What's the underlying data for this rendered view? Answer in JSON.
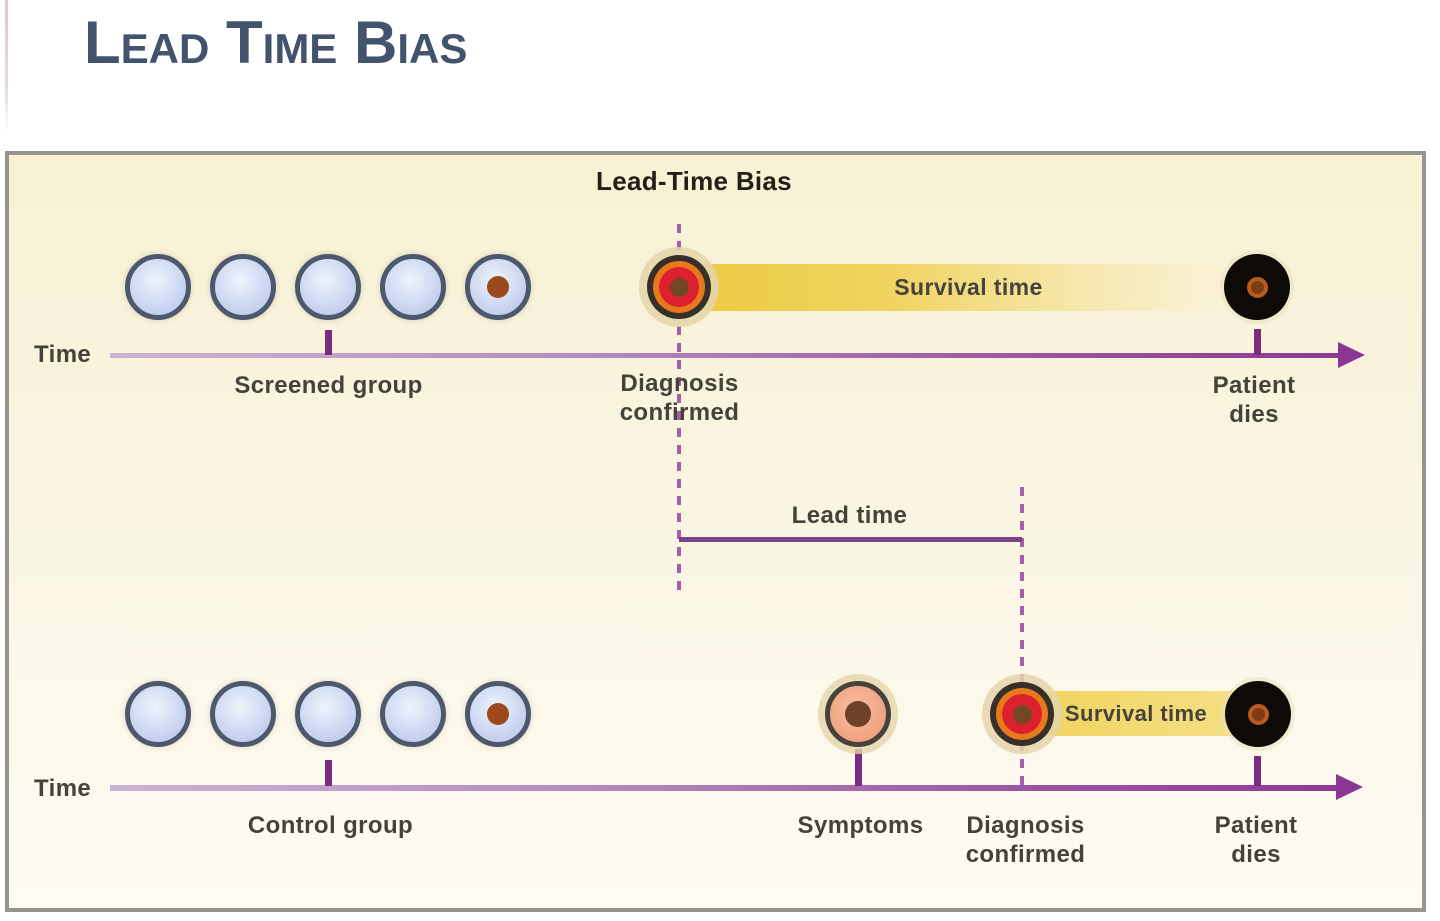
{
  "page": {
    "title": "Lead Time Bias"
  },
  "panel": {
    "title": "Lead-Time Bias",
    "top_row": {
      "time_label": "Time",
      "group_label": "Screened group",
      "group_circle_count": 5,
      "diagnosis_label": "Diagnosis confirmed",
      "survival_label": "Survival time",
      "death_label": "Patient dies"
    },
    "lead_time_label": "Lead time",
    "bottom_row": {
      "time_label": "Time",
      "group_label": "Control group",
      "group_circle_count": 5,
      "symptoms_label": "Symptoms",
      "diagnosis_label": "Diagnosis confirmed",
      "survival_label": "Survival time",
      "death_label": "Patient dies"
    },
    "colors": {
      "title_blue": "#42536e",
      "timeline_purple": "#8e3a94",
      "tick_purple": "#7b2b80",
      "dashed_purple": "#a55dac",
      "survival_band_yellow": "#f0d35f",
      "panel_background_cream": "#f9f3dc",
      "healthy_circle_blue": "#c3d0ee",
      "tumor_dot_brown": "#9b491d",
      "symptoms_circle_salmon": "#f0a381",
      "diagnosis_target_red": "#dd2030",
      "diagnosis_target_orange": "#e8781c",
      "death_circle_black": "#0d0a07"
    }
  }
}
